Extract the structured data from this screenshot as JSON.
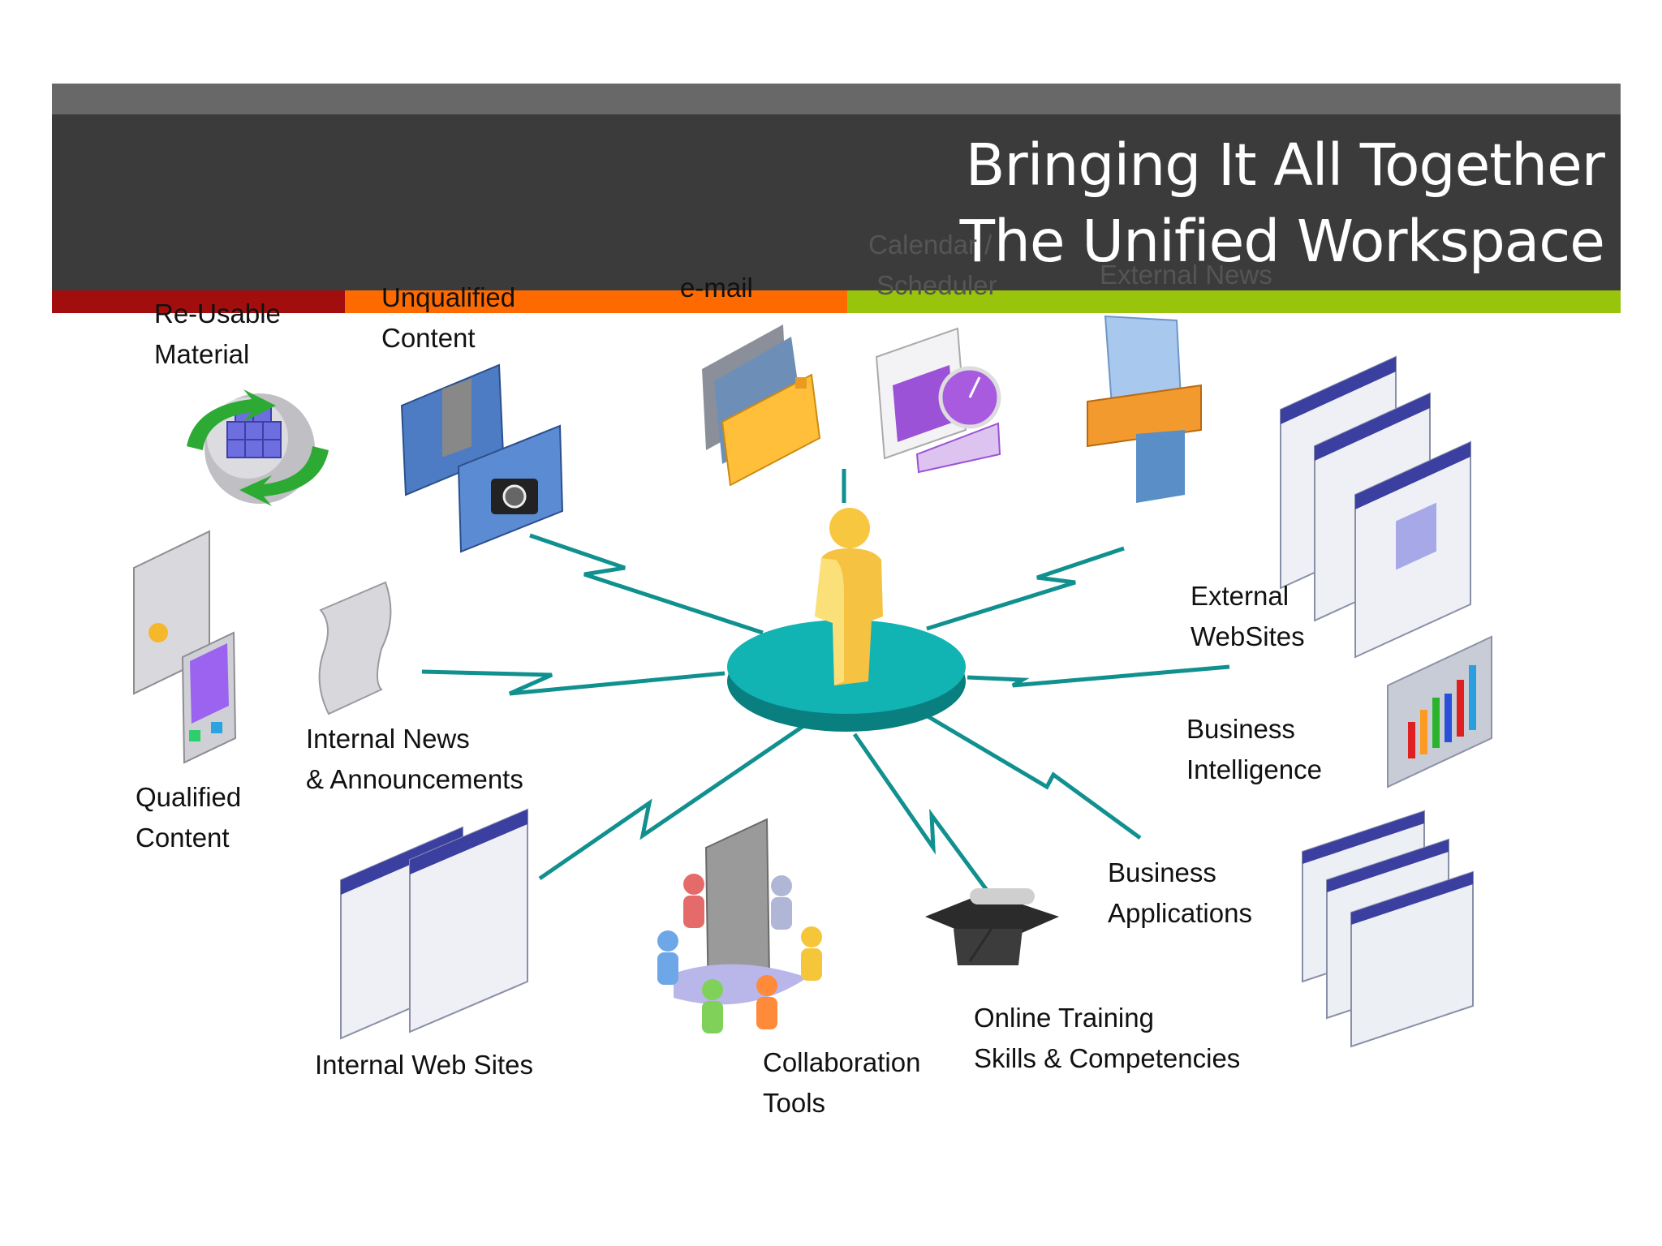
{
  "title": {
    "line1": "Bringing It All Together",
    "line2": "The Unified Workspace"
  },
  "colors": {
    "header_dark": "#3b3b3b",
    "header_top": "#686868",
    "stripe_red": "#a20e0e",
    "stripe_orange": "#ff6a00",
    "stripe_green": "#98c40c",
    "connector": "#10908f",
    "hub": "#10a6a6",
    "person": "#f5c242"
  },
  "center": {
    "icon": "person-icon"
  },
  "nodes": [
    {
      "id": "reusable-material",
      "label": [
        "Re-Usable",
        "Material"
      ],
      "icon": "globe-cubes-icon"
    },
    {
      "id": "unqualified-content",
      "label": [
        "Unqualified",
        "Content"
      ],
      "icon": "folders-camera-icon"
    },
    {
      "id": "email",
      "label": [
        "e-mail"
      ],
      "icon": "envelopes-icon"
    },
    {
      "id": "calendar-scheduler",
      "label": [
        "Calendar /",
        "Scheduler"
      ],
      "icon": "calendar-clock-icon"
    },
    {
      "id": "external-news",
      "label": [
        "External News"
      ],
      "icon": "news-printer-icon"
    },
    {
      "id": "external-websites",
      "label": [
        "External",
        "WebSites"
      ],
      "icon": "browser-windows-icon"
    },
    {
      "id": "business-intelligence",
      "label": [
        "Business",
        "Intelligence"
      ],
      "icon": "bar-chart-icon"
    },
    {
      "id": "business-applications",
      "label": [
        "Business",
        "Applications"
      ],
      "icon": "app-windows-icon"
    },
    {
      "id": "online-training",
      "label": [
        "Online Training",
        "Skills & Competencies"
      ],
      "icon": "graduation-cap-icon"
    },
    {
      "id": "collaboration-tools",
      "label": [
        "Collaboration",
        "Tools"
      ],
      "icon": "people-document-icon"
    },
    {
      "id": "internal-web-sites",
      "label": [
        "Internal Web Sites"
      ],
      "icon": "internal-windows-icon"
    },
    {
      "id": "internal-news",
      "label": [
        "Internal News",
        "& Announcements"
      ],
      "icon": "scroll-icon"
    },
    {
      "id": "qualified-content",
      "label": [
        "Qualified",
        "Content"
      ],
      "icon": "document-device-icon"
    }
  ]
}
